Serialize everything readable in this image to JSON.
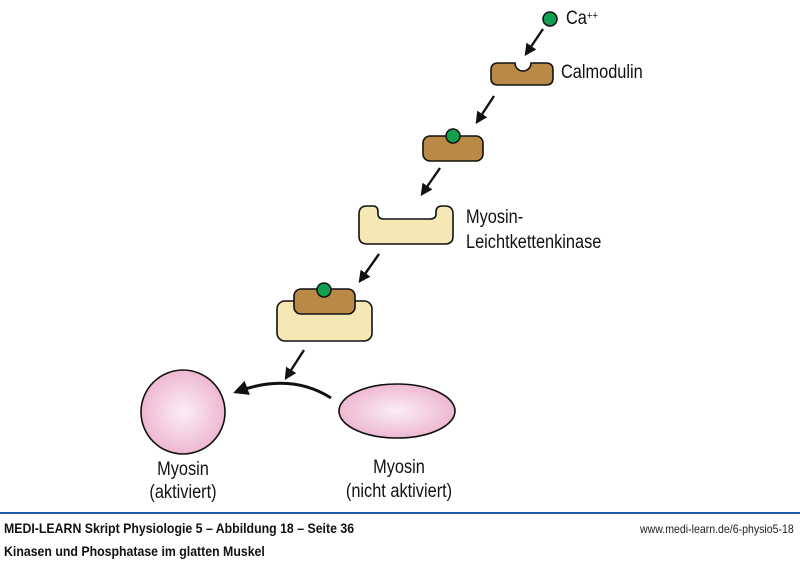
{
  "diagram": {
    "labels": {
      "calcium": "Ca",
      "calcium_charge": "++",
      "calmodulin": "Calmodulin",
      "mlck_line1": "Myosin-",
      "mlck_line2": "Leichtkettenkinase",
      "myosin_active_line1": "Myosin",
      "myosin_active_line2": "(aktiviert)",
      "myosin_inactive_line1": "Myosin",
      "myosin_inactive_line2": "(nicht aktiviert)"
    },
    "colors": {
      "calcium": "#10a050",
      "calmodulin": "#b88a46",
      "kinase": "#f5e8b5",
      "myosin": "#eeb8d2",
      "myosin_highlight": "#fbeef4",
      "outline": "#111111",
      "footer_rule": "#1f5aa8"
    },
    "steps": [
      "Ca++ binds to Calmodulin",
      "Ca-Calmodulin complex",
      "Myosin-Leichtkettenkinase",
      "Ca-Calmodulin-Kinase complex",
      "Myosin (nicht aktiviert) to Myosin (aktiviert)"
    ]
  },
  "footer": {
    "title": "MEDI-LEARN Skript Physiologie 5 – Abbildung 18 – Seite 36",
    "subtitle": "Kinasen und Phosphatase im glatten Muskel",
    "url": "www.medi-learn.de/6-physio5-18"
  }
}
